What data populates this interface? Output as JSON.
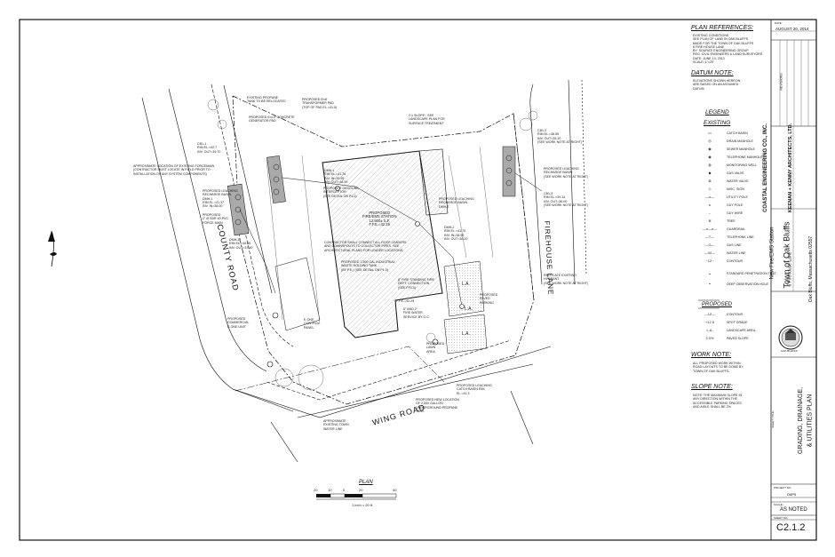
{
  "plan_references": {
    "title": "PLAN REFERENCES:",
    "text": "EXISTING CONDITIONS\nSEE PLAN OF LAND IN OAK BLUFFS\nMADE FOR THE TOWN OF OAK BLUFFS\n6 FIRE HOUSE LANE\nBY: SOURATI ENGINEERING GROUP\nREG. CIVIL ENGINEERS & LAND SURVEYORS\nDATE: JUNE 14, 2013\nSCALE: 1\"=20'"
  },
  "datum_note": {
    "title": "DATUM NOTE:",
    "text": "ELEVATIONS SHOWN HEREON\nARE BASED ON AN ASSUMED\nDATUM."
  },
  "legend": {
    "title": "LEGEND",
    "existing_title": "EXISTING",
    "existing_items": [
      {
        "symbol": "▭",
        "label": "CATCH BASIN"
      },
      {
        "symbol": "◎",
        "label": "DRAIN MANHOLE"
      },
      {
        "symbol": "◉",
        "label": "SEWER MANHOLE"
      },
      {
        "symbol": "◉",
        "label": "TELEPHONE MANHOLE"
      },
      {
        "symbol": "◍",
        "label": "MONITORING WELL"
      },
      {
        "symbol": "◆",
        "label": "GAS VALVE"
      },
      {
        "symbol": "⊗",
        "label": "WATER VALVE"
      },
      {
        "symbol": "◇",
        "label": "MISC. SIGN"
      },
      {
        "symbol": "—o—",
        "label": "UTILITY POLE"
      },
      {
        "symbol": "o",
        "label": "GUY POLE"
      },
      {
        "symbol": "←",
        "label": "GUY WIRE"
      },
      {
        "symbol": "✲",
        "label": "TREE"
      },
      {
        "symbol": "—o—o—",
        "label": "GUARDRAIL"
      },
      {
        "symbol": "—T—",
        "label": "TELEPHONE LINE"
      },
      {
        "symbol": "—G—",
        "label": "GAS LINE"
      },
      {
        "symbol": "—W—",
        "label": "WATER LINE"
      },
      {
        "symbol": "~12~",
        "label": "CONTOUR"
      }
    ],
    "test_items": [
      {
        "symbol": "◒",
        "label": "STANDARD PENETRATION TEST"
      },
      {
        "symbol": "◓",
        "label": "DEEP OBSERVATION HOLE"
      }
    ],
    "proposed_title": "PROPOSED",
    "proposed_items": [
      {
        "symbol": "—12—",
        "label": "CONTOUR"
      },
      {
        "symbol": "+12.5",
        "label": "SPOT GRADE"
      },
      {
        "symbol": "L.A.",
        "label": "LANDSCAPE AREA"
      },
      {
        "symbol": "2.0%",
        "label": "PAVED SLOPE"
      }
    ]
  },
  "work_note": {
    "title": "WORK NOTE:",
    "text": "ALL PROPOSED WORK WITHIN\nROAD LAYOUTS TO BE DONE BY\nTOWN OF OAK BLUFFS."
  },
  "slope_note": {
    "title": "SLOPE NOTE:",
    "text": "NOTE: THE MAXIMUM SLOPE IN\nANY DIRECTION WITHIN THE\nACCESSIBLE PARKING SPACES\nAND AISLE SHALL BE 2%"
  },
  "title_block": {
    "date_label": "DATE:",
    "date": "AUGUST 20, 2014",
    "revisions_label": "REVISIONS",
    "engineer": "COASTAL ENGINEERING CO., INC.",
    "architect": "KEENAN + KENNY ARCHITECTS, LTD.",
    "project_line1": "New Fire/EMS Station",
    "project_line2": "Town of Oak Bluffs",
    "project_line3": "6 Firehouse Lane",
    "project_line4": "Oak Bluffs, Massachusetts 02557",
    "seal_text": "OAK BLUFFS",
    "sheet_title_label": "SHEET TITLE:",
    "sheet_title_line1": "GRADING, DRAINAGE,",
    "sheet_title_line2": "& UTILITIES PLAN",
    "project_no_label": "PROJECT NO.",
    "project_no": "O8P5",
    "scale_label": "SCALE:",
    "scale": "AS NOTED",
    "sheet_no_label": "SHEET NO.",
    "sheet_no": "C2.1.2"
  },
  "scale_bar": {
    "title": "PLAN",
    "ticks": [
      "20",
      "10",
      "0",
      "20",
      "40"
    ],
    "note": "1 inch = 20 ft."
  },
  "roads": {
    "county_road": "COUNTY ROAD",
    "firehouse_lane": "FIREHOUSE LANE",
    "wing_road": "WING ROAD"
  },
  "callouts": {
    "propane": "EXISTING PROPANE\nTANK TO BE RELOCATED",
    "transformer": "PROPOSED 8'x8'\nTRANSFORMER PAD\n(TOP OF PAD EL.=41.5)",
    "generator": "PROPOSED 6'x10' CONCRETE\nGENERATOR PAD",
    "slope_21": "2:1 SLOPE - SEE\nLANDSCAPE PLAN FOR\nSURFACE TREATMENT",
    "forcemain": "APPROXIMATE LOCATION OF EXISTING FORCEMAIN\n(CONTRACTOR MUST LOCATE IN FIELD PRIOR TO\nINSTALLATION OF ANY SYSTEM COMPONENTS)",
    "cb1": "CB1-1\nRIM EL.=42.7\nINV. OUT=39.70",
    "cb_right1": "CB1-2\nRIM EL.=38.55\nINV. OUT=35.20\n(SEE WORK NOTE AT RIGHT)",
    "recharge_right": "PROPOSED LEACHING\nRECHARGE BASIN\n(SEE WORK NOTE AT RIGHT)",
    "cb_right2": "CB1-3\nRIM EL.=39.14\nINV. OUT=36.00\n(SEE WORK NOTE AT RIGHT)",
    "recharge_left": "PROPOSED LEACHING\nRECHARGE BASIN\nDMH-1\nRIM EL.=41.37\nINV. IN=38.00",
    "pvc_force": "PROPOSED\n2\" Ø SDR 40 PVC\nFORCE MAIN",
    "dmh3": "DMH-3\nRIM EL.=40.85\nINV. OUT=37.40",
    "grease": "PROPOSED GASOLINE\nINTERCEPTOR\n(SEE DETAIL ON P1.0)",
    "building": "PROPOSED\nFIRE/EMS STATION\n12,900± S.F.\nF.F.E.=42.25",
    "leach_mid": "PROPOSED LEACHING\nRECHARGE BASIN\nDMH-2",
    "dmh_mid": "DMH-1\nRIM EL.=41.76\nINV. IN=39.55\nINV. OUT=38.90",
    "dmh_mid2": "DMH-2\nRIM EL.=41.70\nINV. IN=38.55\nINV. OUT=38.20",
    "contractor": "CONTRACTOR SHALL CONNECT ALL ROOF LEADERS\nAND DOWNSPOUTS TO COLLECTOR PIPES. SEE\nARCHITECTURAL PLANS FOR LEADER LOCATIONS.",
    "holding_tank": "PROPOSED 1,500 GAL INDUSTRIAL\nWASTE HOLDING TANK\n(BY P.E.) (SEE DETAIL ON P1.0)",
    "hydrant": "RELOCATE EXISTING\nHYDRANT\n(SEE WORK NOTE AT RIGHT)",
    "fire_conn": "8\" FIRE STANDING FIRE\nDEPT. CONNECTION\n(SEE FP1.0)",
    "water_service": "6\" AND 2\"\nFIRE WATER\nSERVICE BY O.C.",
    "commercial": "PROPOSED\nCOMMERCIAL\nE-ONE UNIT",
    "eone_panel": "E-ONE\nCONTROL\nPANEL",
    "lawn": "PROPOSED\nLAWN\nAREA",
    "catch_rim": "PROPOSED LEACHING\nCATCH BASIN RIM\nEL.=41.3",
    "propane_new": "PROPOSED NEW LOCATION\nOF 2,000 GALLON\nUNDERGROUND PROPANE\nTANK",
    "water_line": "APPROXIMATE\nEXISTING TOWN\nWATER LINE",
    "la1": "L.A.",
    "la2": "L.A.",
    "la3": "L.A.",
    "paved": "PROPOSED\nPAVED\nPARKING",
    "ffe": "F.F.E.=42.25"
  }
}
